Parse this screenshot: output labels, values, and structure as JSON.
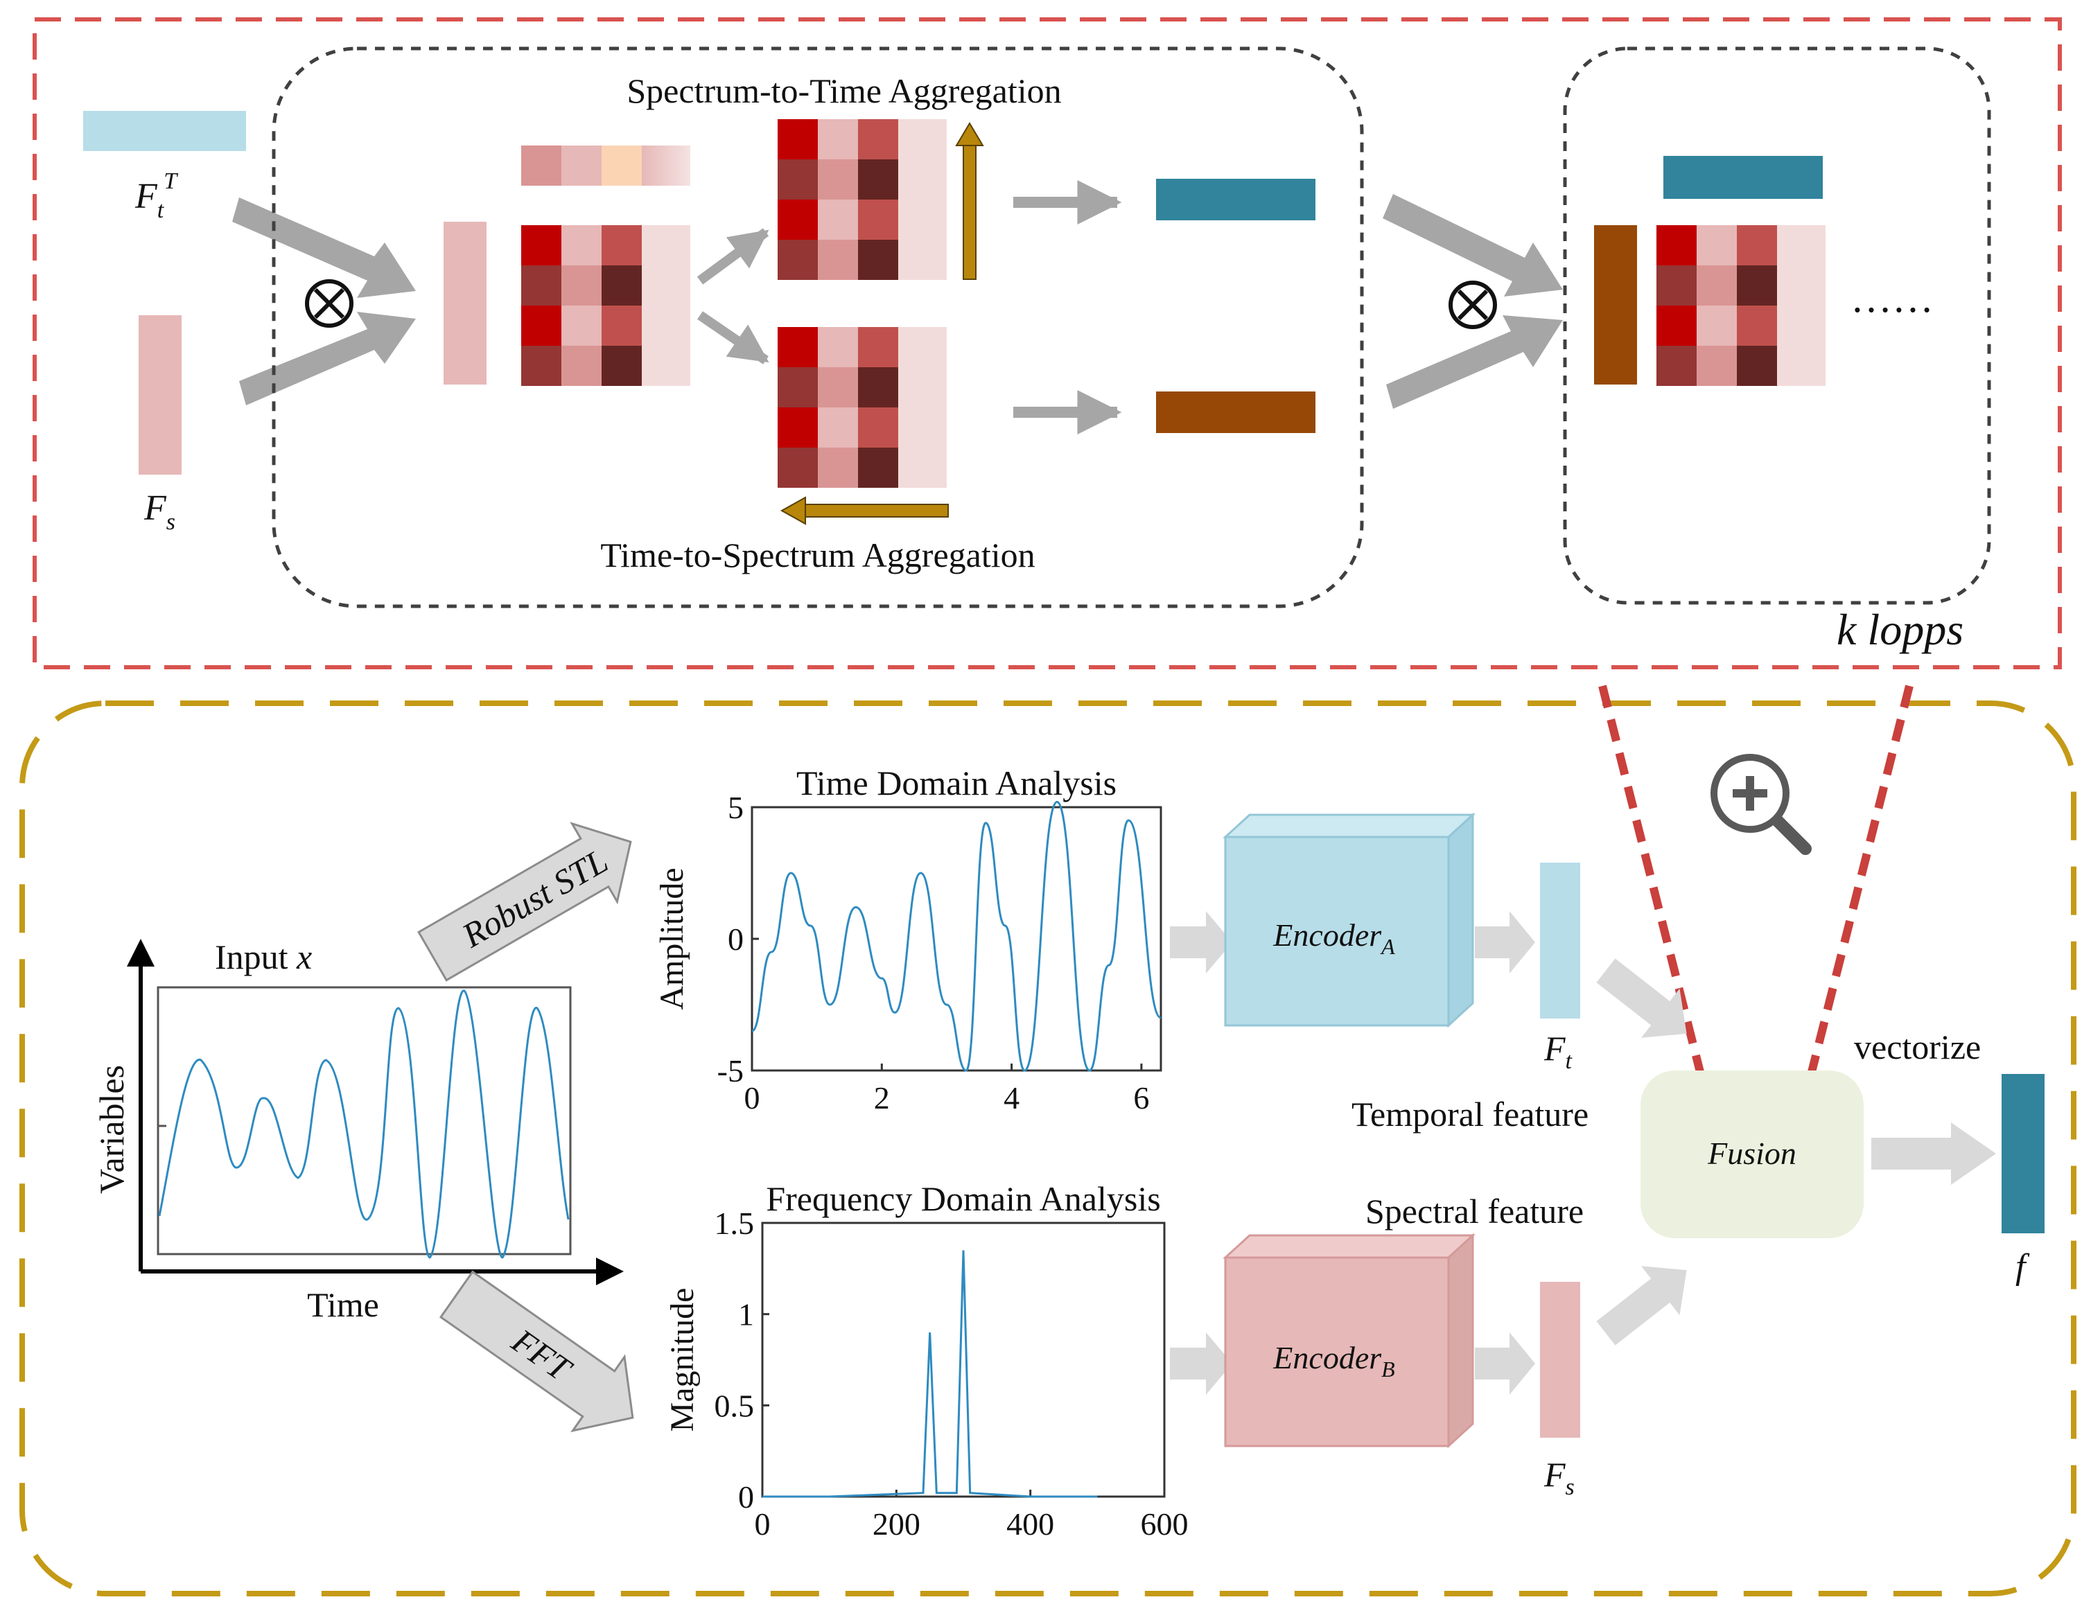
{
  "top_section": {
    "label_ft": "F",
    "label_ft_sub": "t",
    "label_ft_sup": "T",
    "label_fs": "F",
    "label_fs_sub": "s",
    "otimes": "⊗",
    "s2t_title": "Spectrum-to-Time Aggregation",
    "t2s_title": "Time-to-Spectrum Aggregation",
    "ellipsis": "……",
    "k_loops": "k lopps"
  },
  "bottom_section": {
    "input_title": "Input",
    "input_var": "x",
    "ylabel_variables": "Variables",
    "xlabel_time": "Time",
    "robust_stl": "Robust STL",
    "fft": "FFT",
    "encoder_a": "Encoder",
    "encoder_a_sub": "A",
    "encoder_b": "Encoder",
    "encoder_b_sub": "B",
    "ft_label": "F",
    "ft_sub": "t",
    "fs_label": "F",
    "fs_sub": "s",
    "temporal_feature": "Temporal feature",
    "spectral_feature": "Spectral feature",
    "fusion": "Fusion",
    "vectorize": "vectorize",
    "f_label": "f"
  },
  "colors": {
    "red_dash": "#d9534f",
    "gold_dash": "#c49a16",
    "light_blue": "#b7dde8",
    "light_pink": "#e6b8b7",
    "teal": "#31849b",
    "brown": "#974806",
    "gold_arrow": "#b8860b",
    "plot_line": "#2e8bc0"
  },
  "chart_data": [
    {
      "type": "line",
      "title": "Time Domain Analysis",
      "xlabel": "",
      "ylabel": "Amplitude",
      "xlim": [
        0,
        6.3
      ],
      "ylim": [
        -5,
        5
      ],
      "xticks": [
        "0",
        "2",
        "4",
        "6"
      ],
      "yticks": [
        "5",
        "0",
        "-5"
      ],
      "series": [
        {
          "x": [
            0,
            0.3,
            0.6,
            0.9,
            1.2,
            1.6,
            2.0,
            2.2,
            2.6,
            3.0,
            3.3,
            3.6,
            3.9,
            4.2,
            4.7,
            5.2,
            5.5,
            5.8,
            6.3
          ],
          "y": [
            -3.5,
            -0.5,
            2.5,
            0.5,
            -2.5,
            1.2,
            -1.5,
            -2.8,
            2.5,
            -2.5,
            -5,
            4.4,
            0.5,
            -5,
            5.2,
            -5,
            -1,
            4.5,
            -3
          ]
        }
      ]
    },
    {
      "type": "line",
      "title": "Frequency Domain Analysis",
      "xlabel": "",
      "ylabel": "Magnitude",
      "xlim": [
        0,
        600
      ],
      "ylim": [
        0,
        1.5
      ],
      "xticks": [
        "0",
        "200",
        "400",
        "600"
      ],
      "yticks": [
        "1.5",
        "1",
        "0.5",
        "0"
      ],
      "series": [
        {
          "x": [
            0,
            100,
            240,
            250,
            260,
            290,
            300,
            310,
            400,
            500
          ],
          "y": [
            0,
            0,
            0.02,
            0.9,
            0.02,
            0.02,
            1.35,
            0.02,
            0,
            0
          ]
        }
      ]
    },
    {
      "type": "line",
      "title": "Input x",
      "xlabel": "Time",
      "ylabel": "Variables",
      "series": [
        {
          "x": [
            0,
            0.5,
            1,
            1.5,
            2,
            2.5,
            3,
            3.5,
            4,
            4.5,
            5,
            5.5,
            6
          ],
          "y": [
            -3.5,
            2.5,
            -1.5,
            1.2,
            -2.5,
            2.5,
            -3.5,
            4.4,
            -5,
            5.2,
            -5,
            4.5,
            -3
          ]
        }
      ]
    }
  ]
}
